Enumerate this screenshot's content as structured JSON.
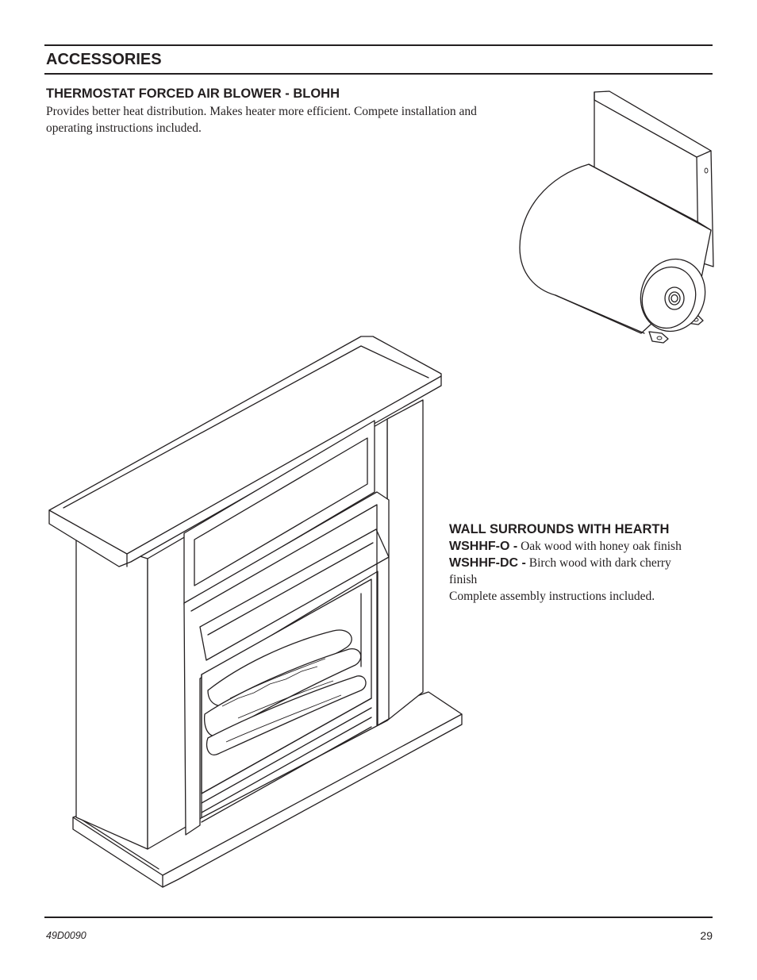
{
  "header": {
    "section_title": "ACCESSORIES"
  },
  "blower": {
    "heading": "THERMOSTAT FORCED AIR BLOWER - BLOHH",
    "description": "Provides better heat distribution. Makes heater more efficient. Compete installation and operating instructions included."
  },
  "surrounds": {
    "heading": "WALL SURROUNDS WITH HEARTH",
    "items": [
      {
        "model": "WSHHF-O -",
        "description": "Oak wood with honey oak finish"
      },
      {
        "model": "WSHHF-DC -",
        "description": "Birch wood with dark cherry finish"
      }
    ],
    "note": "Complete assembly instructions included."
  },
  "footer": {
    "doc_number": "49D0090",
    "page_number": "29"
  }
}
